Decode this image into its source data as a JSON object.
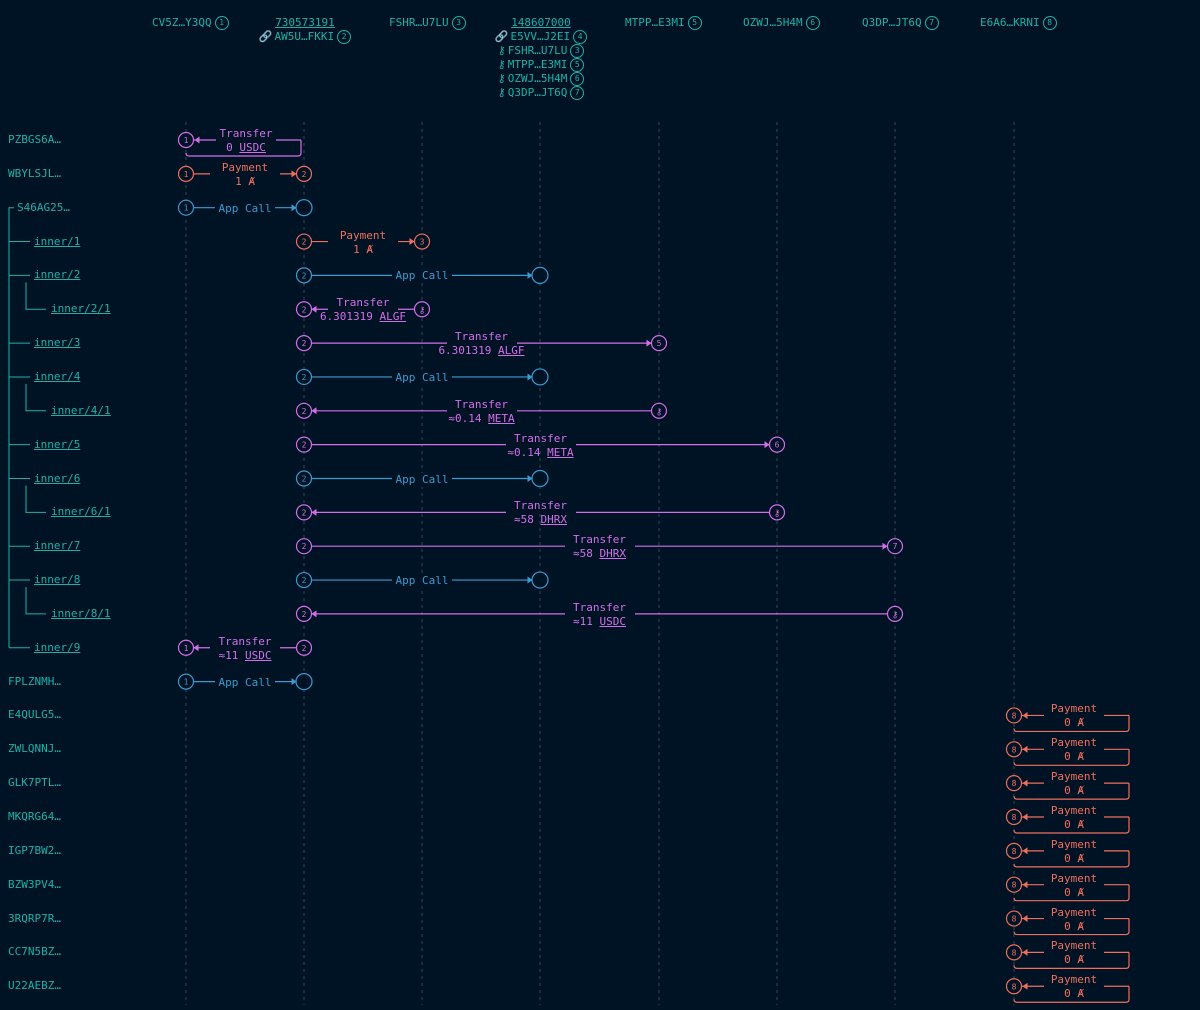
{
  "header": {
    "accounts": [
      {
        "label": "CV5Z…Y3QQ",
        "number": "1"
      },
      {
        "app_id": "730573191",
        "linked": [
          {
            "label": "AW5U…FKKI",
            "number": "2",
            "icon": "link-icon"
          }
        ]
      },
      {
        "label": "FSHR…U7LU",
        "number": "3"
      },
      {
        "app_id": "148607000",
        "linked": [
          {
            "label": "E5VV…J2EI",
            "number": "4",
            "icon": "link-icon"
          },
          {
            "label": "FSHR…U7LU",
            "number": "3",
            "icon": "key-icon"
          },
          {
            "label": "MTPP…E3MI",
            "number": "5",
            "icon": "key-icon"
          },
          {
            "label": "OZWJ…5H4M",
            "number": "6",
            "icon": "key-icon"
          },
          {
            "label": "Q3DP…JT6Q",
            "number": "7",
            "icon": "key-icon"
          }
        ]
      },
      {
        "label": "MTPP…E3MI",
        "number": "5"
      },
      {
        "label": "OZWJ…5H4M",
        "number": "6"
      },
      {
        "label": "Q3DP…JT6Q",
        "number": "7"
      },
      {
        "label": "E6A6…KRNI",
        "number": "8"
      }
    ]
  },
  "colors": {
    "background": "#001324",
    "account": "#1eb0a8",
    "transfer": "#d36ee8",
    "payment": "#ef6f5e",
    "app_call": "#3b9bd0",
    "lane": "#2c4a5a"
  },
  "chart_data": {
    "type": "sequence",
    "transactions": [
      {
        "id": "PZBGS6A…",
        "type": "Transfer",
        "from": "1",
        "to": "1",
        "amount": "0",
        "asset": "USDC"
      },
      {
        "id": "WBYLSJL…",
        "type": "Payment",
        "from": "1",
        "to": "2",
        "amount": "1",
        "asset": "Ⱥ"
      },
      {
        "id": "S46AG25…",
        "type": "App Call",
        "from": "1",
        "to": "app-730573191",
        "children": [
          {
            "id": "inner/1",
            "type": "Payment",
            "from": "2",
            "to": "3",
            "amount": "1",
            "asset": "Ⱥ"
          },
          {
            "id": "inner/2",
            "type": "App Call",
            "from": "2",
            "to": "app-148607000",
            "children": [
              {
                "id": "inner/2/1",
                "type": "Transfer",
                "from": "key-3",
                "to": "2",
                "amount": "6.301319",
                "asset": "ALGF"
              }
            ]
          },
          {
            "id": "inner/3",
            "type": "Transfer",
            "from": "2",
            "to": "5",
            "amount": "6.301319",
            "asset": "ALGF"
          },
          {
            "id": "inner/4",
            "type": "App Call",
            "from": "2",
            "to": "app-148607000",
            "children": [
              {
                "id": "inner/4/1",
                "type": "Transfer",
                "from": "key-5",
                "to": "2",
                "amount": "≈0.14",
                "asset": "META"
              }
            ]
          },
          {
            "id": "inner/5",
            "type": "Transfer",
            "from": "2",
            "to": "6",
            "amount": "≈0.14",
            "asset": "META"
          },
          {
            "id": "inner/6",
            "type": "App Call",
            "from": "2",
            "to": "app-148607000",
            "children": [
              {
                "id": "inner/6/1",
                "type": "Transfer",
                "from": "key-6",
                "to": "2",
                "amount": "≈58",
                "asset": "DHRX"
              }
            ]
          },
          {
            "id": "inner/7",
            "type": "Transfer",
            "from": "2",
            "to": "7",
            "amount": "≈58",
            "asset": "DHRX"
          },
          {
            "id": "inner/8",
            "type": "App Call",
            "from": "2",
            "to": "app-148607000",
            "children": [
              {
                "id": "inner/8/1",
                "type": "Transfer",
                "from": "key-7",
                "to": "2",
                "amount": "≈11",
                "asset": "USDC"
              }
            ]
          },
          {
            "id": "inner/9",
            "type": "Transfer",
            "from": "2",
            "to": "1",
            "amount": "≈11",
            "asset": "USDC"
          }
        ]
      },
      {
        "id": "FPLZNMH…",
        "type": "App Call",
        "from": "1",
        "to": "app-730573191"
      },
      {
        "id": "E4QULG5…",
        "type": "Payment",
        "from": "8",
        "to": "8",
        "amount": "0",
        "asset": "Ⱥ"
      },
      {
        "id": "ZWLQNNJ…",
        "type": "Payment",
        "from": "8",
        "to": "8",
        "amount": "0",
        "asset": "Ⱥ"
      },
      {
        "id": "GLK7PTL…",
        "type": "Payment",
        "from": "8",
        "to": "8",
        "amount": "0",
        "asset": "Ⱥ"
      },
      {
        "id": "MKQRG64…",
        "type": "Payment",
        "from": "8",
        "to": "8",
        "amount": "0",
        "asset": "Ⱥ"
      },
      {
        "id": "IGP7BW2…",
        "type": "Payment",
        "from": "8",
        "to": "8",
        "amount": "0",
        "asset": "Ⱥ"
      },
      {
        "id": "BZW3PV4…",
        "type": "Payment",
        "from": "8",
        "to": "8",
        "amount": "0",
        "asset": "Ⱥ"
      },
      {
        "id": "3RQRP7R…",
        "type": "Payment",
        "from": "8",
        "to": "8",
        "amount": "0",
        "asset": "Ⱥ"
      },
      {
        "id": "CC7N5BZ…",
        "type": "Payment",
        "from": "8",
        "to": "8",
        "amount": "0",
        "asset": "Ⱥ"
      },
      {
        "id": "U22AEBZ…",
        "type": "Payment",
        "from": "8",
        "to": "8",
        "amount": "0",
        "asset": "Ⱥ"
      }
    ]
  }
}
